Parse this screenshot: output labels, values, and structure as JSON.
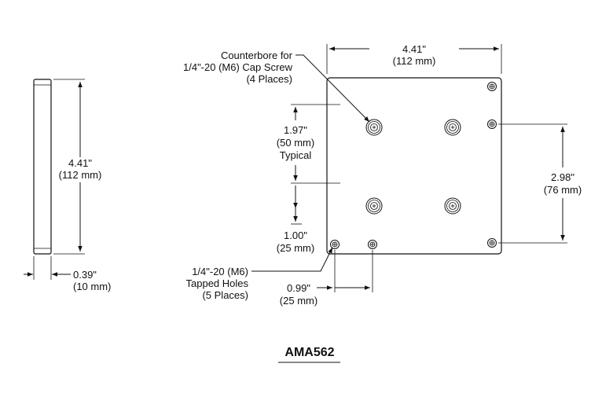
{
  "side_view": {
    "height_in": "4.41\"",
    "height_mm": "(112 mm)",
    "thickness_in": "0.39\"",
    "thickness_mm": "(10 mm)"
  },
  "plan_view": {
    "width_in": "4.41\"",
    "width_mm": "(112 mm)",
    "counterbore_line1": "Counterbore for",
    "counterbore_line2": "1/4\"-20 (M6) Cap Screw",
    "counterbore_line3": "(4 Places)",
    "spacing_in": "1.97\"",
    "spacing_mm": "(50 mm)",
    "spacing_note": "Typical",
    "offset_in": "1.00\"",
    "offset_mm": "(25 mm)",
    "tapped_line1": "1/4\"-20 (M6)",
    "tapped_line2": "Tapped Holes",
    "tapped_line3": "(5 Places)",
    "hole_pitch_in": "0.99\"",
    "hole_pitch_mm": "(25 mm)",
    "vert_spacing_in": "2.98\"",
    "vert_spacing_mm": "(76 mm)"
  },
  "part_number": "AMA562"
}
